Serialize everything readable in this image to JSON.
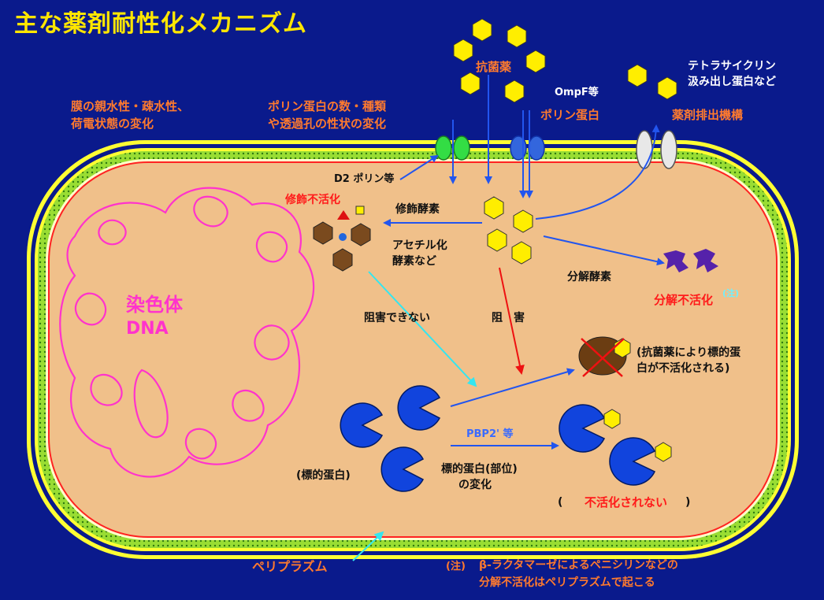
{
  "title": "主な薬剤耐性化メカニズム",
  "labels": {
    "membrane_1": "膜の親水性・疎水性、",
    "membrane_2": "荷電状態の変化",
    "porin_count_1": "ポリン蛋白の数・種類",
    "porin_count_2": "や透過孔の性状の変化",
    "antibacterial": "抗菌薬",
    "ompf": "OmpF等",
    "porin_protein": "ポリン蛋白",
    "tetracycline_1": "テトラサイクリン",
    "tetracycline_2": "汲み出し蛋白など",
    "efflux": "薬剤排出機構",
    "d2_porin": "D2 ポリン等",
    "modification_inactivation": "修飾不活化",
    "modifying_enzyme": "修飾酵素",
    "acetyl_1": "アセチル化",
    "acetyl_2": "酵素など",
    "degrading_enzyme": "分解酵素",
    "degradation_inactivation": "分解不活化",
    "note_mark": "(注)",
    "chromosome": "染色体",
    "dna": "DNA",
    "cannot_inhibit": "阻害できない",
    "inhibit": "阻　害",
    "target_inactivated_1": "(抗菌薬により標的蛋",
    "target_inactivated_2": "白が不活化される)",
    "pbp2": "PBP2' 等",
    "target_protein": "(標的蛋白)",
    "target_change_1": "標的蛋白(部位)",
    "target_change_2": "の変化",
    "not_inactivated_open": "(",
    "not_inactivated": "不活化されない",
    "not_inactivated_close": ")",
    "periplasm": "ペリプラズム",
    "footnote_mark": "(注)",
    "footnote_1": "β-ラクタマーゼによるペニシリンなどの",
    "footnote_2": "分解不活化はペリプラズムで起こる"
  },
  "colors": {
    "background": "#0a1a8c",
    "cell_fill": "#f0c08a",
    "outer_membrane": "#ffff33",
    "periplasm_band": "#99dd33",
    "inner_membrane": "#ff2222",
    "drug": "#ffee00",
    "protein": "#1144dd",
    "chromosome": "#ff33cc",
    "arrow": "#2255ee",
    "red_arrow": "#ee1111",
    "cyan_arrow": "#33e6f0",
    "modified_drug": "#7a4a1e",
    "degraded": "#5522aa"
  }
}
